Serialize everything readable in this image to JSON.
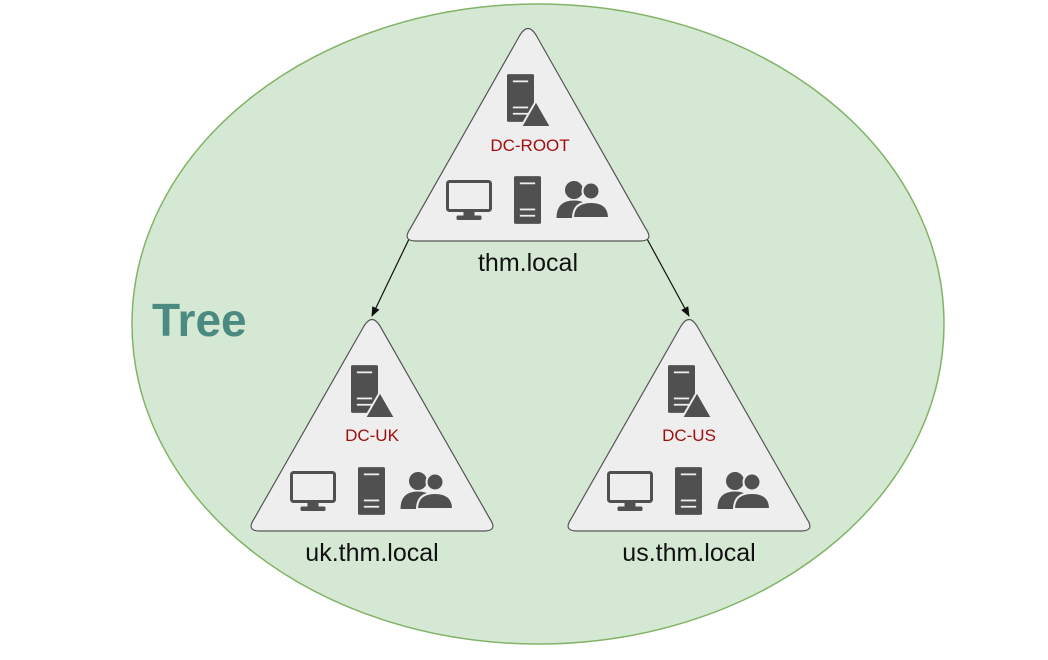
{
  "title": "Tree",
  "colors": {
    "ellipse_fill": "#d5e8d4",
    "ellipse_stroke": "#82b366",
    "title_text": "#4a8a80",
    "triangle_fill": "#eeeeee",
    "triangle_stroke": "#555555",
    "dc_text": "#a20e0e",
    "icon": "#505050",
    "arrow": "#111111"
  },
  "domains": [
    {
      "id": "root",
      "dc_name": "DC-ROOT",
      "domain_name": "thm.local",
      "icons": [
        "domain-controller-icon",
        "workstation-icon",
        "server-icon",
        "users-icon"
      ]
    },
    {
      "id": "uk",
      "dc_name": "DC-UK",
      "domain_name": "uk.thm.local",
      "icons": [
        "domain-controller-icon",
        "workstation-icon",
        "server-icon",
        "users-icon"
      ]
    },
    {
      "id": "us",
      "dc_name": "DC-US",
      "domain_name": "us.thm.local",
      "icons": [
        "domain-controller-icon",
        "workstation-icon",
        "server-icon",
        "users-icon"
      ]
    }
  ],
  "connections": [
    {
      "from": "root",
      "to": "uk"
    },
    {
      "from": "root",
      "to": "us"
    }
  ]
}
